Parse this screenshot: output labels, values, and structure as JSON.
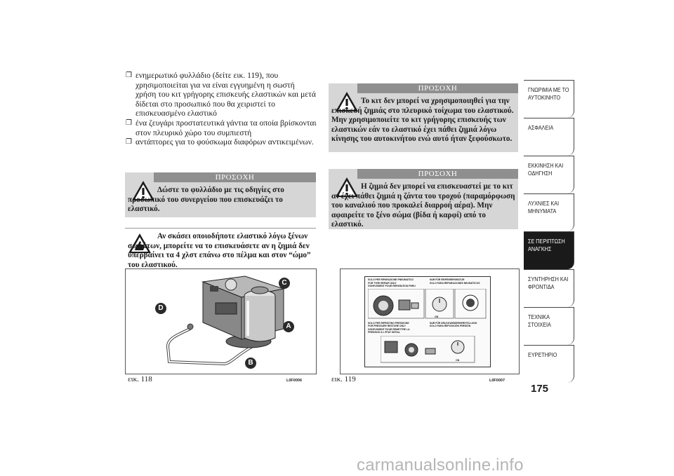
{
  "bullets": [
    "ενημερωτικό φυλλάδιο (δείτε εικ. 119), που χρησιμοποιείται για να είναι εγγυημένη η σωστή χρήση του κιτ γρήγορης επισκευής ελαστικών και μετά δίδεται στο προσωπικό που θα χειριστεί το επισκευασμένο ελαστικό",
    "ένα ζευγάρι προστατευτικά γάντια τα οποία βρίσκονται στον πλευρικό χώρο του συμπιεστή",
    "αντάπτορες για το φούσκωμα διαφόρων αντικειμένων."
  ],
  "bullet_mark": "❒",
  "warning_left": {
    "title": "ΠΡΟΣΟΧΗ",
    "text": "Δώστε το φυλλάδιο με τις οδηγίες στο προσωπικό του συνεργείου που επισκευάζει το ελαστικό."
  },
  "note_left": {
    "text": "Αν σκάσει οποιοδήποτε ελαστικό λόγω ξένων σωμάτων, μπορείτε να το επισκευάσετε αν η ζημιά δεν υπερβαίνει τα 4 χλστ επάνω στο πέλμα και στον “ώμο” του ελαστικού."
  },
  "warning_right_1": {
    "title": "ΠΡΟΣΟΧΗ",
    "text": "Το κιτ δεν μπορεί να χρησιμοποιηθεί για την επισκευή ζημιάς στο πλευρικό τοίχωμα του ελαστικού. Μην χρησιμοποιείτε το κιτ γρήγορης επισκευής των ελαστικών εάν το ελαστικό έχει πάθει ζημιά λόγω κίνησης του αυτοκινήτου ενώ αυτό ήταν ξεφούσκωτο."
  },
  "warning_right_2": {
    "title": "ΠΡΟΣΟΧΗ",
    "text": "Η ζημιά δεν μπορεί να επισκευαστεί με το κιτ αν έχει πάθει ζημιά η ζάντα του τροχού (παραμόρφωση του καναλιού που προκαλεί διαρροή αέρα). Μην αφαιρείτε το ξένο σώμα (βίδα ή καρφί) από το ελαστικό."
  },
  "figure_left": {
    "caption": "εικ. 118",
    "code": "L0F0006",
    "markers": [
      "C",
      "D",
      "A",
      "B"
    ]
  },
  "figure_right": {
    "caption": "εικ. 119",
    "code": "L0F0007",
    "leaflet_lines_top": [
      "SOLO PER RIPARAZIONE PNEUMATICO",
      "FOR TYRE REPAIR ONLY",
      "GONFLEMENT POUR REPARATION PNEU",
      "NUR FÜR REIFENREPARATUR",
      "SOLO PARA REPARACIONES NEUMÁTICOS"
    ],
    "leaflet_lines_bottom": [
      "SOLO PER RIPRISTINO PRESSIONE",
      "FOR PRESSURE RESTORE ONLY",
      "GONFLEMENT POUR REMETTRE LA",
      "PRESSION À L'ÉTAT INITIAL",
      "NUR FÜR DRUCKWIEDERHERSTELLUNG",
      "SOLO PARA REPOSICIÓN PRESIÓN"
    ],
    "on_label": "ON"
  },
  "tabs": [
    {
      "label": "ΓΝΩΡΙΜΙΑ ΜΕ ΤΟ ΑΥΤΟΚΙΝΗΤΟ",
      "active": false
    },
    {
      "label": "ΑΣΦΑΛΕΙΑ",
      "active": false
    },
    {
      "label": "ΕΚΚΙΝΗΣΗ ΚΑΙ ΟΔΗΓΗΣΗ",
      "active": false
    },
    {
      "label": "ΛΥΧΝΙΕΣ ΚΑΙ ΜΗΝΥΜΑΤΑ",
      "active": false
    },
    {
      "label": "ΣΕ ΠΕΡΙΠΤΩΣΗ ΑΝΑΓΚΗΣ",
      "active": true
    },
    {
      "label": "ΣΥΝΤΗΡΗΣΗ ΚΑΙ ΦΡΟΝΤΙΔΑ",
      "active": false
    },
    {
      "label": "ΤΕΧΝΙΚΑ ΣΤΟΙΧΕΙΑ",
      "active": false
    },
    {
      "label": "ΕΥΡΕΤΗΡΙΟ",
      "active": false
    }
  ],
  "page_number": "175",
  "watermark": "carmanualsonline.info"
}
